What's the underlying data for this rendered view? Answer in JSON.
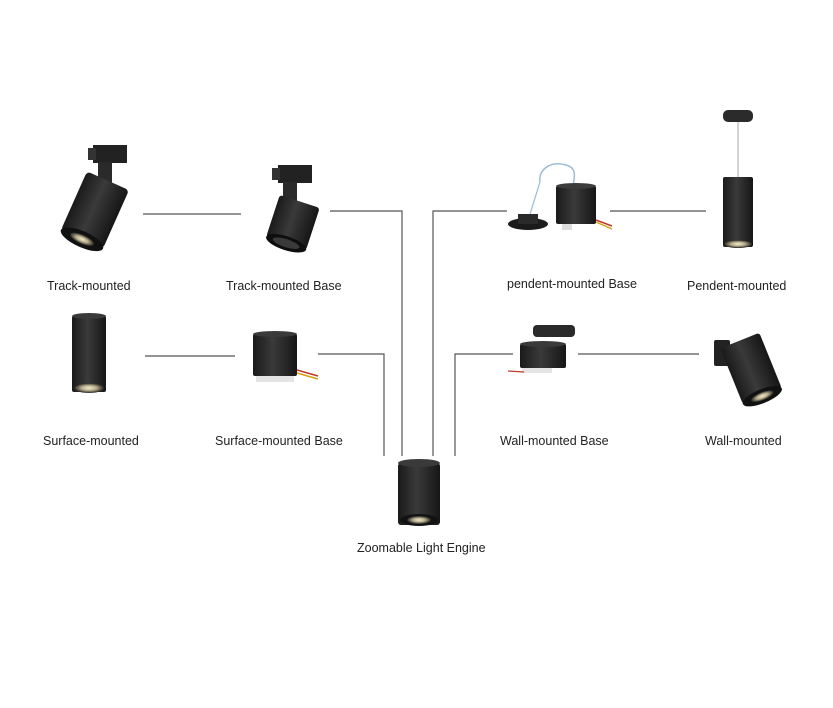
{
  "labels": {
    "track_mounted": "Track-mounted",
    "track_mounted_base": "Track-mounted Base",
    "pendent_mounted_base": "pendent-mounted Base",
    "pendent_mounted": "Pendent-mounted",
    "surface_mounted": "Surface-mounted",
    "surface_mounted_base": "Surface-mounted Base",
    "wall_mounted_base": "Wall-mounted Base",
    "wall_mounted": "Wall-mounted",
    "zoomable_light_engine": "Zoomable Light Engine"
  },
  "colors": {
    "fixture_body": "#2b2b2b",
    "fixture_dark": "#151515",
    "lens": "#d8d2b8",
    "connector_line": "#555555",
    "wire_red": "#c0392b",
    "wire_yellow": "#d4a017"
  }
}
